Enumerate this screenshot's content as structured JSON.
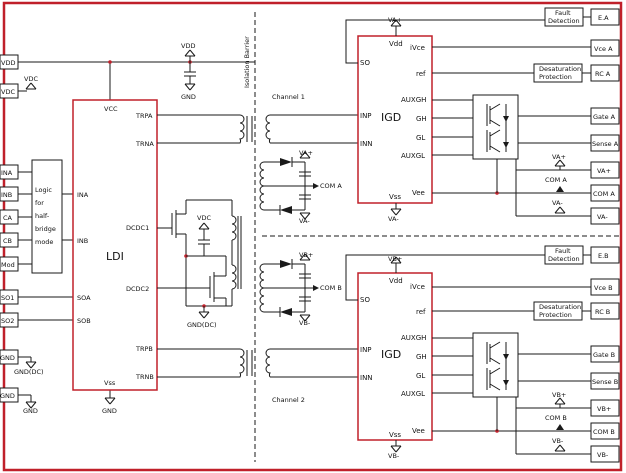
{
  "left_pins": [
    "VDD",
    "VDC",
    "INA",
    "INB",
    "CA",
    "CB",
    "Mod",
    "SO1",
    "SO2",
    "GND",
    "GND"
  ],
  "left_labels": {
    "vdc": "VDC",
    "gnd_dc": "GND(DC)",
    "gnd": "GND",
    "vdd": "VDD",
    "gnd_top": "GND"
  },
  "logic_lines": [
    "Logic",
    "for",
    "half-",
    "bridge",
    "mode"
  ],
  "ldi": {
    "name": "LDI",
    "vcc": "VCC",
    "vss": "Vss",
    "pins": {
      "ina": "INA",
      "inb": "INB",
      "soa": "SOA",
      "sob": "SOB",
      "trpa": "TRPA",
      "trna": "TRNA",
      "dcdc1": "DCDC1",
      "dcdc2": "DCDC2",
      "trpb": "TRPB",
      "trnb": "TRNB"
    }
  },
  "dcdc": {
    "vdc": "VDC",
    "gnd": "GND(DC)"
  },
  "isolation_barrier": "Isolation Barrier",
  "channels": {
    "ch1": "Channel 1",
    "ch2": "Channel 2"
  },
  "rect": {
    "ch1": [
      "VA+",
      "COM A",
      "VA-"
    ],
    "ch2": [
      "VB+",
      "COM B",
      "VB-"
    ]
  },
  "igd": {
    "name": "IGD",
    "pins": {
      "so": "SO",
      "inp": "INP",
      "inn": "INN",
      "ivce": "iVce",
      "ref": "ref",
      "auxgh": "AUXGH",
      "gh": "GH",
      "gl": "GL",
      "auxgl": "AUXGL",
      "vee": "Vee"
    },
    "ch1": {
      "vdd": "Vdd",
      "vss": "Vss",
      "top": "VA+",
      "bottom": "VA-"
    },
    "ch2": {
      "vdd": "Vdd",
      "vss": "Vss",
      "top": "VB+",
      "bottom": "VB-"
    }
  },
  "fault_detection": [
    "Fault",
    "Detection"
  ],
  "desaturation_protection": [
    "Desaturation",
    "Protection"
  ],
  "right_pins": {
    "ch1": [
      "E.A",
      "Vce A",
      "RC A",
      "Gate A",
      "Sense A",
      "VA+",
      "COM A",
      "VA-"
    ],
    "ch2": [
      "E.B",
      "Vce B",
      "RC B",
      "Gate B",
      "Sense B",
      "VB+",
      "COM B",
      "VB-"
    ]
  },
  "right_labels": {
    "ch1": [
      "VA+",
      "COM A",
      "VA-"
    ],
    "ch2": [
      "VB+",
      "COM B",
      "VB-"
    ]
  },
  "colors": {
    "frame": "#c0202a",
    "wire": "#1a1a1a",
    "background": "#ffffff"
  }
}
